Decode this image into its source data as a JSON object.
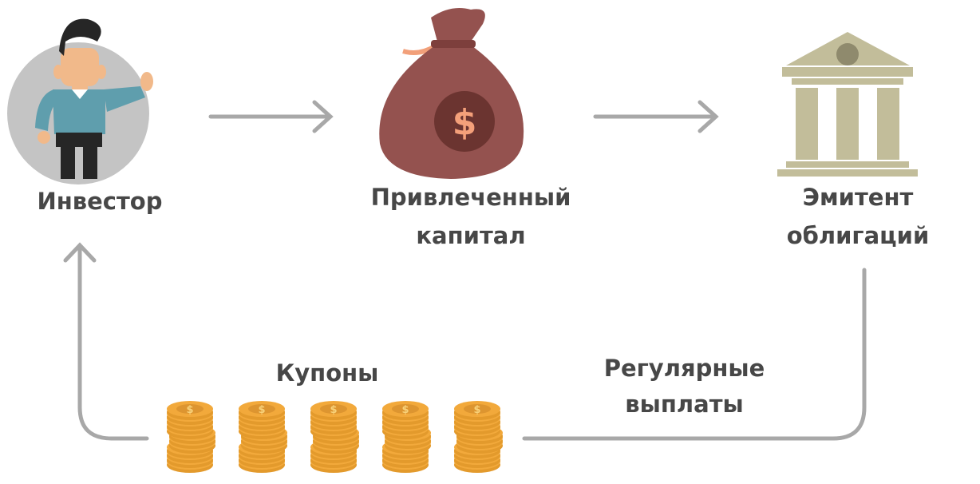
{
  "nodes": {
    "investor": {
      "label": "Инвестор",
      "icon": "investor-person-icon"
    },
    "capital": {
      "label_line1": "Привлеченный",
      "label_line2": "капитал",
      "icon": "money-bag-icon"
    },
    "issuer": {
      "label_line1": "Эмитент",
      "label_line2": "облигаций",
      "icon": "bank-building-icon"
    }
  },
  "flows": {
    "coupons": {
      "label": "Купоны",
      "icon": "coin-stack-icon",
      "stacks": 5
    },
    "payments": {
      "label_line1": "Регулярные",
      "label_line2": "выплаты"
    }
  },
  "colors": {
    "arrow": "#a8a8a8",
    "bag": "#94524f",
    "bank": "#c2bd9a",
    "coin": "#f2a93b",
    "text": "#474747"
  }
}
